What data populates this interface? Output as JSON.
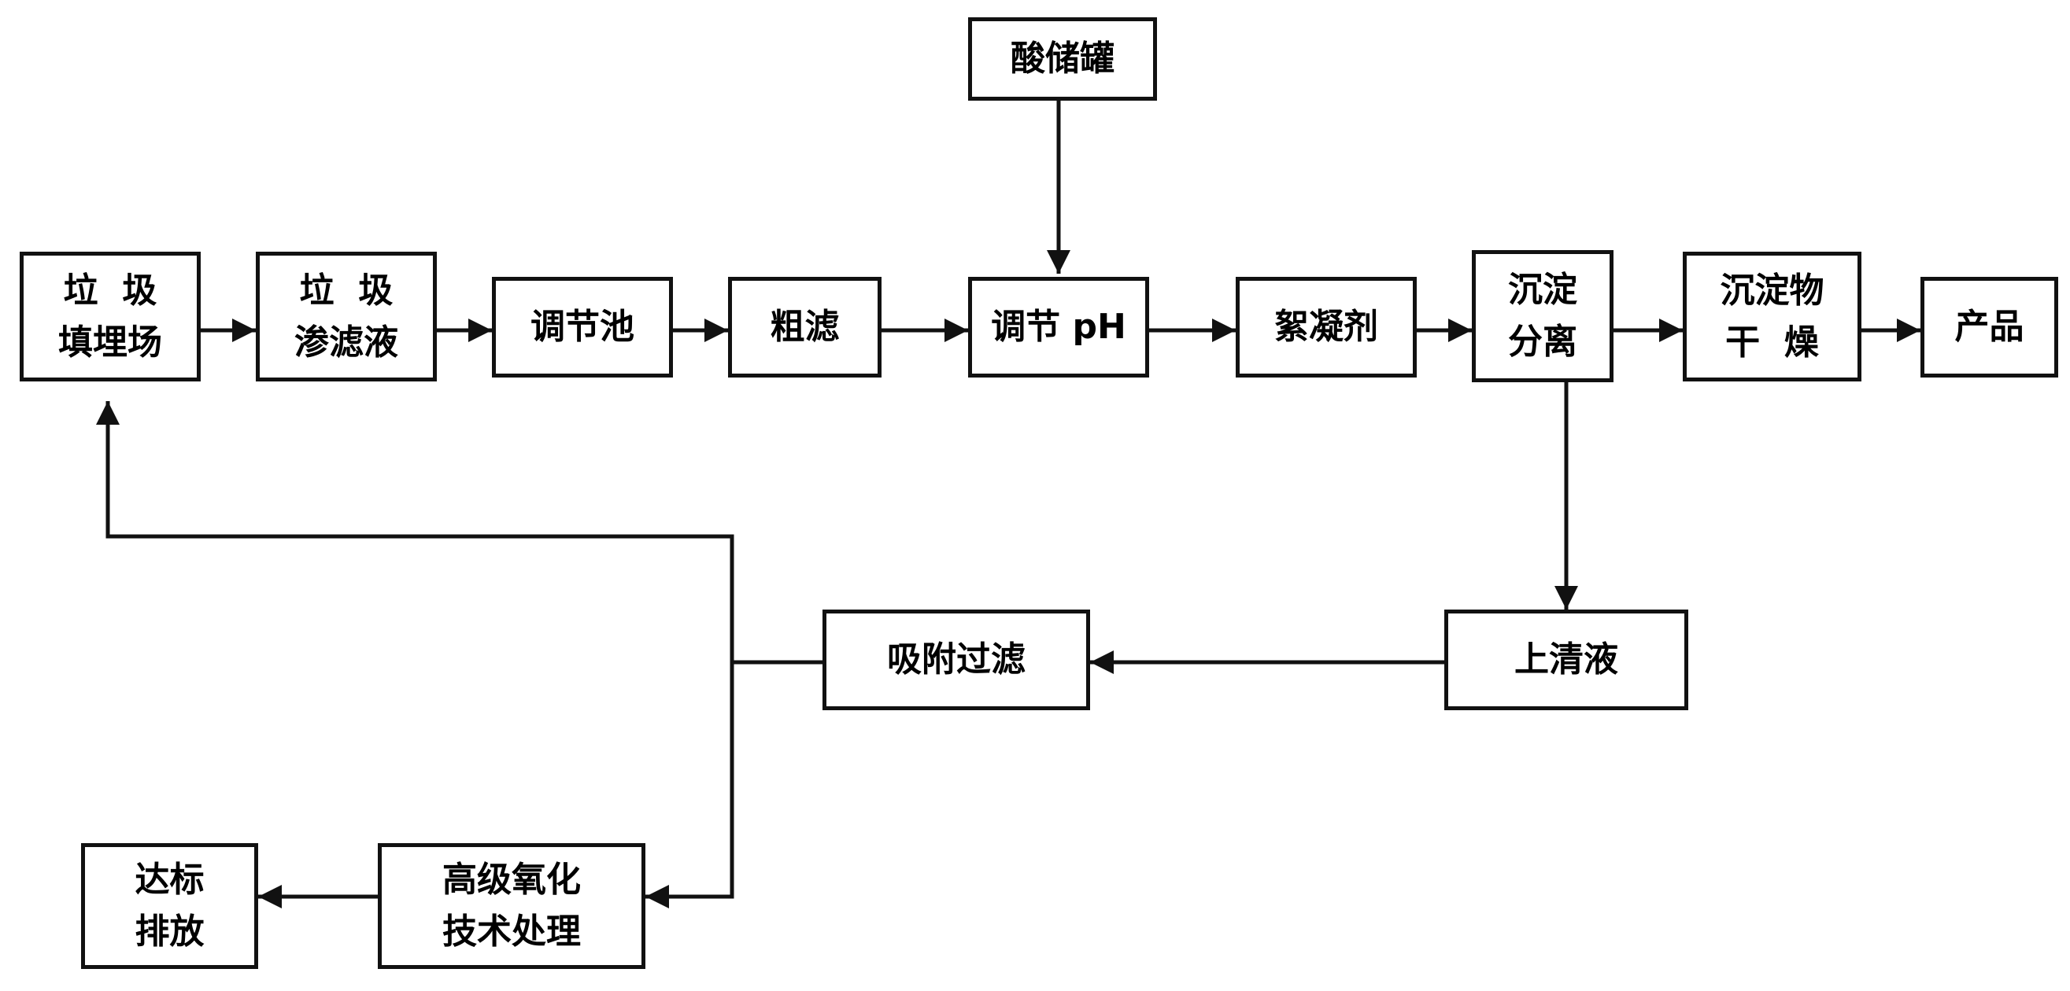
{
  "diagram": {
    "type": "process-flow",
    "line_color": "#111111",
    "nodes": {
      "acid_tank": "酸储罐",
      "landfill": "垃  圾\n填埋场",
      "leachate": "垃  圾\n渗滤液",
      "regulating_tank": "调节池",
      "coarse_filter": "粗滤",
      "adjust_ph": "调节 pH",
      "flocculant": "絮凝剂",
      "sedimentation": "沉淀\n分离",
      "sediment_drying": "沉淀物\n干  燥",
      "product": "产品",
      "supernatant": "上清液",
      "adsorption_filter": "吸附过滤",
      "advanced_oxidation": "高级氧化\n技术处理",
      "discharge": "达标\n排放"
    },
    "edges": [
      {
        "from": "acid_tank",
        "to": "adjust_ph"
      },
      {
        "from": "landfill",
        "to": "leachate"
      },
      {
        "from": "leachate",
        "to": "regulating_tank"
      },
      {
        "from": "regulating_tank",
        "to": "coarse_filter"
      },
      {
        "from": "coarse_filter",
        "to": "adjust_ph"
      },
      {
        "from": "adjust_ph",
        "to": "flocculant"
      },
      {
        "from": "flocculant",
        "to": "sedimentation"
      },
      {
        "from": "sedimentation",
        "to": "sediment_drying"
      },
      {
        "from": "sediment_drying",
        "to": "product"
      },
      {
        "from": "sedimentation",
        "to": "supernatant"
      },
      {
        "from": "supernatant",
        "to": "adsorption_filter"
      },
      {
        "from": "adsorption_filter",
        "to": "landfill"
      },
      {
        "from": "adsorption_filter",
        "to": "advanced_oxidation"
      },
      {
        "from": "advanced_oxidation",
        "to": "discharge"
      }
    ]
  }
}
